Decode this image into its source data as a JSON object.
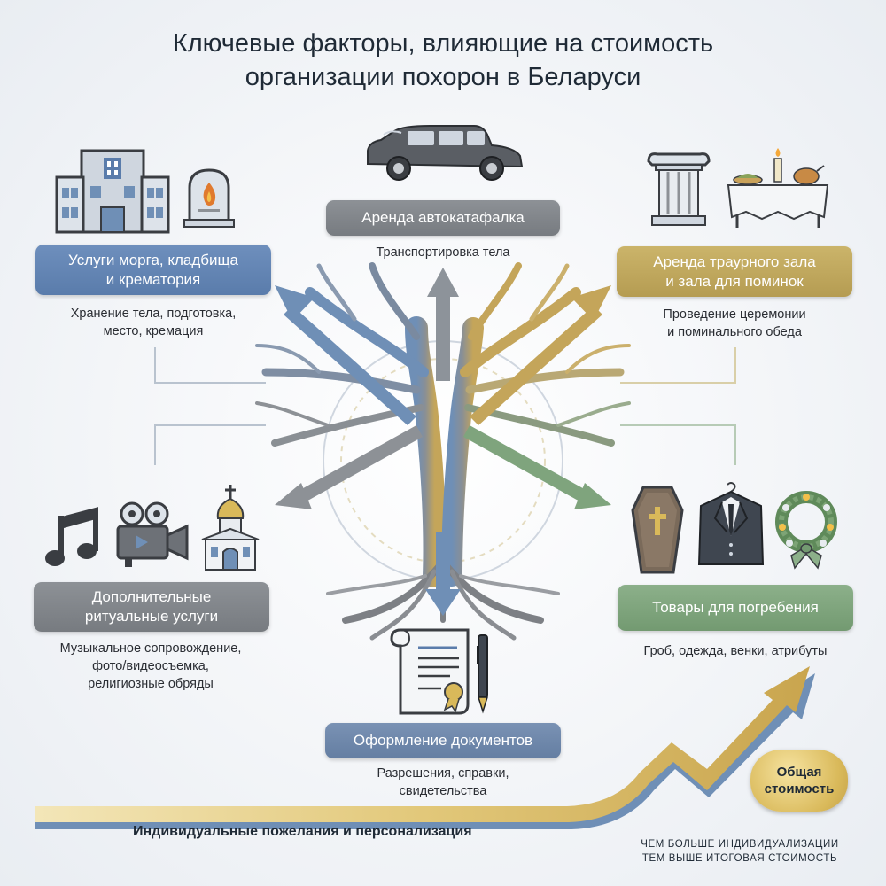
{
  "title": {
    "line1": "Ключевые факторы, влияющие на стоимость",
    "line2": "организации похорон в Беларуси"
  },
  "factors": {
    "hearse": {
      "label": "Аренда автокатафалка",
      "desc": "Транспортировка тела"
    },
    "morgue": {
      "label_line1": "Услуги морга, кладбища",
      "label_line2": "и крематория",
      "desc_line1": "Хранение тела, подготовка,",
      "desc_line2": "место, кремация"
    },
    "hall": {
      "label_line1": "Аренда траурного зала",
      "label_line2": "и зала для поминок",
      "desc_line1": "Проведение церемонии",
      "desc_line2": "и поминального обеда"
    },
    "ritual": {
      "label_line1": "Дополнительные",
      "label_line2": "ритуальные услуги",
      "desc_line1": "Музыкальное сопровождение,",
      "desc_line2": "фото/видеосъемка,",
      "desc_line3": "религиозные обряды"
    },
    "goods": {
      "label": "Товары для погребения",
      "desc": "Гроб, одежда, венки, атрибуты"
    },
    "documents": {
      "label": "Оформление документов",
      "desc_line1": "Разрешения, справки,",
      "desc_line2": "свидетельства"
    }
  },
  "banner": {
    "label": "Индивидуальные пожелания и персонализация"
  },
  "total": {
    "line1": "Общая",
    "line2": "стоимость"
  },
  "note": {
    "line1": "Чем больше индивидуализации",
    "line2": "тем выше итоговая стоимость"
  },
  "colors": {
    "blue": "#5a7cab",
    "grey": "#7c8085",
    "gold": "#b59c52",
    "green": "#739a71",
    "text": "#1f2a36"
  }
}
